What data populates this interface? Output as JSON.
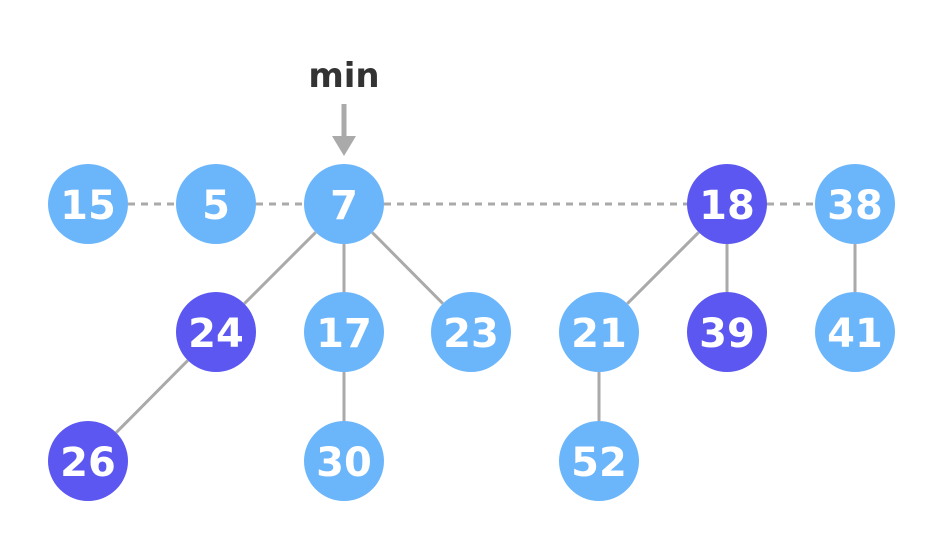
{
  "pointer": {
    "label": "min",
    "target": "7"
  },
  "colors": {
    "normal": "#6bb5fb",
    "marked": "#5b57f0",
    "edge": "#aaaaaa",
    "text": "#ffffff",
    "label": "#333333"
  },
  "root_list": [
    "15",
    "5",
    "7",
    "18",
    "38"
  ],
  "nodes": [
    {
      "id": "15",
      "label": "15",
      "marked": false
    },
    {
      "id": "5",
      "label": "5",
      "marked": false
    },
    {
      "id": "7",
      "label": "7",
      "marked": false
    },
    {
      "id": "18",
      "label": "18",
      "marked": true
    },
    {
      "id": "38",
      "label": "38",
      "marked": false
    },
    {
      "id": "24",
      "label": "24",
      "marked": true
    },
    {
      "id": "17",
      "label": "17",
      "marked": false
    },
    {
      "id": "23",
      "label": "23",
      "marked": false
    },
    {
      "id": "21",
      "label": "21",
      "marked": false
    },
    {
      "id": "39",
      "label": "39",
      "marked": true
    },
    {
      "id": "41",
      "label": "41",
      "marked": false
    },
    {
      "id": "26",
      "label": "26",
      "marked": true
    },
    {
      "id": "30",
      "label": "30",
      "marked": false
    },
    {
      "id": "52",
      "label": "52",
      "marked": false
    }
  ],
  "edges": [
    [
      "7",
      "24"
    ],
    [
      "7",
      "17"
    ],
    [
      "7",
      "23"
    ],
    [
      "18",
      "21"
    ],
    [
      "18",
      "39"
    ],
    [
      "38",
      "41"
    ],
    [
      "24",
      "26"
    ],
    [
      "17",
      "30"
    ],
    [
      "21",
      "52"
    ]
  ]
}
